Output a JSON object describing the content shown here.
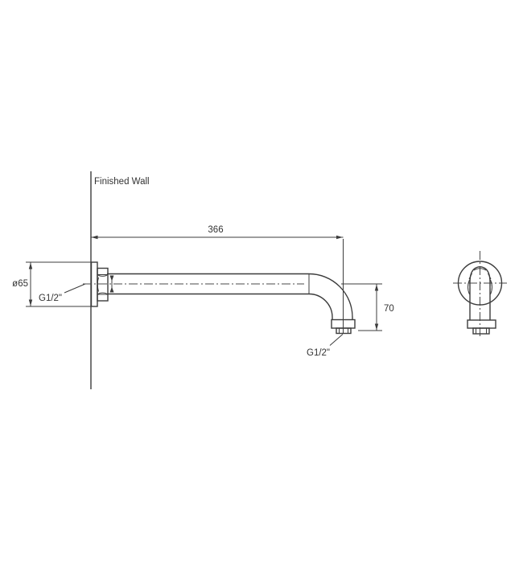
{
  "drawing": {
    "kind": "shower-arm-installation-dimension-drawing",
    "labels": {
      "wall": "Finished Wall",
      "arm_length": "366",
      "drop_height": "70",
      "flange_diameter": "ø65",
      "wall_thread": "G1/2\"",
      "outlet_thread": "G1/2\""
    },
    "colors": {
      "line": "#3c3c3c",
      "text": "#333333",
      "background": "#ffffff"
    }
  }
}
